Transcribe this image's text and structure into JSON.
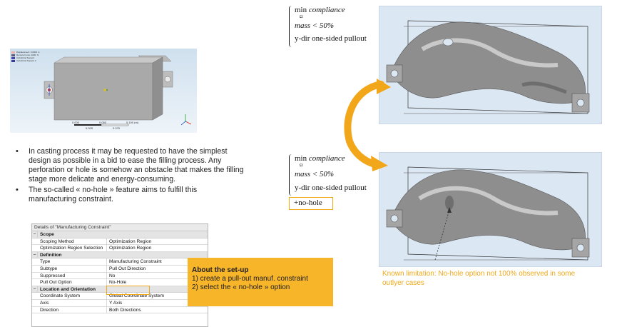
{
  "viewport": {
    "legend": [
      {
        "label": "Displacement: 0.0000 m",
        "color": "#e8b0a8"
      },
      {
        "label": "Remote Force: 2000. N",
        "color": "#5a5a7a"
      },
      {
        "label": "Cylindrical Support",
        "color": "#4444aa"
      },
      {
        "label": "Cylindrical Support 2",
        "color": "#3a3a90"
      }
    ],
    "scale_ticks": [
      "0.000",
      "0.050",
      "0.100 (m)"
    ],
    "scale_subticks": [
      "0.025",
      "0.075"
    ]
  },
  "bullets": [
    "In casting process it may be requested to have the simplest design as possible in a bid to ease the filling process. Any perforation or hole is somehow an obstacle that makes the filling stage more delicate and energy-consuming.",
    "The so-called « no-hole » feature aims to fulfill this manufacturing constraint."
  ],
  "details": {
    "title": "Details of \"Manufacturing Constraint\"",
    "sections": [
      {
        "name": "Scope",
        "toggle": "−",
        "rows": [
          {
            "key": "Scoping Method",
            "value": "Optimization Region"
          },
          {
            "key": "Optimization Region Selection",
            "value": "Optimization Region"
          }
        ]
      },
      {
        "name": "Definition",
        "toggle": "−",
        "rows": [
          {
            "key": "Type",
            "value": "Manufacturing Constraint"
          },
          {
            "key": "Subtype",
            "value": "Pull Out Direction"
          },
          {
            "key": "Suppressed",
            "value": "No"
          },
          {
            "key": "Pull Out Option",
            "value": "No-Hole"
          }
        ]
      },
      {
        "name": "Location and Orientation",
        "toggle": "−",
        "rows": [
          {
            "key": "Coordinate System",
            "value": "Global Coordinate System"
          },
          {
            "key": "Axis",
            "value": "Y Axis"
          },
          {
            "key": "Direction",
            "value": "Both Directions"
          }
        ]
      }
    ]
  },
  "about": {
    "title": "About the set-up",
    "step1": "1) create a pull-out manuf. constraint",
    "step2": "2) select the « no-hole » option"
  },
  "eq1": {
    "min": "min",
    "obj": "compliance",
    "sub": "Ω",
    "mass": "mass < 50%",
    "pull": "y-dir one-sided pullout"
  },
  "eq2": {
    "min": "min",
    "obj": "compliance",
    "sub": "Ω",
    "mass": "mass < 50%",
    "pull": "y-dir one-sided pullout",
    "extra": "+no-hole"
  },
  "limitation": "Known limitation: No-hole option not 100% observed in some outlyer cases",
  "colors": {
    "accent": "#f0a818",
    "box": "#f7b52a"
  }
}
